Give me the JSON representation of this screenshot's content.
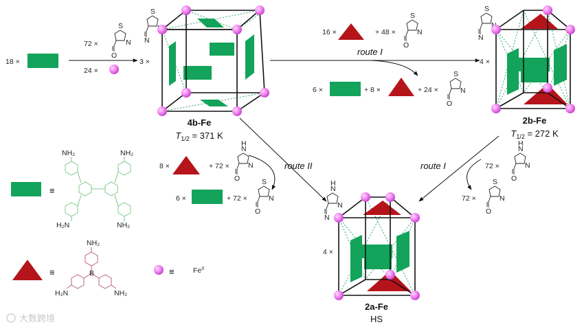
{
  "colors": {
    "panel": "#13a35a",
    "triangle": "#b5141a",
    "fe_sphere": "#f080f0",
    "green_structure": "#7fc88a",
    "red_structure": "#b86478",
    "dashed_lines": "#2aa06a"
  },
  "icons": {
    "panel": "green-rectangle-icon",
    "triangle": "red-triangle-icon",
    "fe": "magenta-sphere-icon"
  },
  "reagents": {
    "panel_count": "18 ×",
    "aldehyde_count": "72 ×",
    "fe_count": "24 ×",
    "cube_multiplier": "3 ×",
    "r1_triangles": "16 ×",
    "r1_aldehyde": "+ 48 ×",
    "r1_byproduct_panels": "6 ×",
    "r1_byproduct_triangles": "+ 8 ×",
    "r1_byproduct_aldehyde": "+ 24 ×",
    "r2_triangles": "8 ×",
    "r2_imidazole": "+ 72 ×",
    "r2_byproduct_panels": "6 ×",
    "r2_byproduct_aldehyde": "+ 72 ×",
    "r3_imidazole": "72 ×",
    "r3_byproduct": "72 ×",
    "product_2b_multiplier": "4 ×",
    "product_2a_multiplier": "4 ×"
  },
  "routes": {
    "route_1_top": "route I",
    "route_2": "route II",
    "route_1_right": "route I"
  },
  "compounds": {
    "c4b": {
      "name": "4b-Fe",
      "t_prefix": "T",
      "t_sub": "1/2",
      "t_value": " = 371 K"
    },
    "c2b": {
      "name": "2b-Fe",
      "t_prefix": "T",
      "t_sub": "1/2",
      "t_value": " = 272 K"
    },
    "c2a": {
      "name": "2a-Fe",
      "state": "HS"
    }
  },
  "legend": {
    "equiv": "≡",
    "amine": "NH₂",
    "amine_short": "H₂N",
    "boron": "B",
    "fe_label": "Fe",
    "fe_sup": "II"
  },
  "atoms": {
    "S": "S",
    "N": "N",
    "H": "H",
    "O": "O"
  },
  "watermark": "大数跨境"
}
